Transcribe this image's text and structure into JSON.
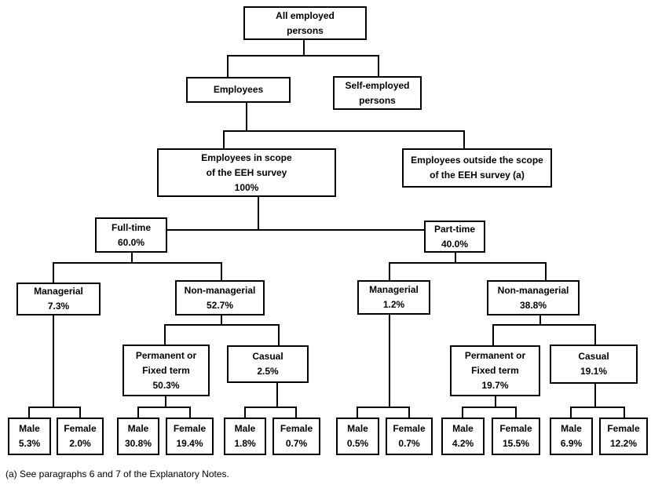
{
  "diagram": {
    "description": "Employment structure tree for the EEH survey scope",
    "footnote": "(a) See paragraphs 6 and 7 of the Explanatory Notes.",
    "colors": {
      "line": "#000000",
      "box_border": "#000000",
      "background": "#ffffff",
      "text": "#000000"
    },
    "nodes": {
      "all_employed": {
        "lines": [
          "All employed",
          "persons"
        ]
      },
      "employees": {
        "lines": [
          "Employees"
        ]
      },
      "self_employed": {
        "lines": [
          "Self-employed",
          "persons"
        ]
      },
      "in_scope": {
        "lines": [
          "Employees in scope",
          "of the EEH survey",
          "100%"
        ]
      },
      "out_scope": {
        "lines": [
          "Employees outside the scope",
          "of the EEH survey (a)"
        ]
      },
      "full_time": {
        "lines": [
          "Full-time",
          "60.0%"
        ]
      },
      "part_time": {
        "lines": [
          "Part-time",
          "40.0%"
        ]
      },
      "ft_managerial": {
        "lines": [
          "Managerial",
          "7.3%"
        ]
      },
      "ft_non_managerial": {
        "lines": [
          "Non-managerial",
          "52.7%"
        ]
      },
      "ft_permanent": {
        "lines": [
          "Permanent or",
          "Fixed term",
          "50.3%"
        ]
      },
      "ft_casual": {
        "lines": [
          "Casual",
          "2.5%"
        ]
      },
      "pt_managerial": {
        "lines": [
          "Managerial",
          "1.2%"
        ]
      },
      "pt_non_managerial": {
        "lines": [
          "Non-managerial",
          "38.8%"
        ]
      },
      "pt_permanent": {
        "lines": [
          "Permanent or",
          "Fixed term",
          "19.7%"
        ]
      },
      "pt_casual": {
        "lines": [
          "Casual",
          "19.1%"
        ]
      },
      "ft_mgr_male": {
        "lines": [
          "Male",
          "5.3%"
        ]
      },
      "ft_mgr_female": {
        "lines": [
          "Female",
          "2.0%"
        ]
      },
      "ft_perm_male": {
        "lines": [
          "Male",
          "30.8%"
        ]
      },
      "ft_perm_female": {
        "lines": [
          "Female",
          "19.4%"
        ]
      },
      "ft_cas_male": {
        "lines": [
          "Male",
          "1.8%"
        ]
      },
      "ft_cas_female": {
        "lines": [
          "Female",
          "0.7%"
        ]
      },
      "pt_mgr_male": {
        "lines": [
          "Male",
          "0.5%"
        ]
      },
      "pt_mgr_female": {
        "lines": [
          "Female",
          "0.7%"
        ]
      },
      "pt_perm_male": {
        "lines": [
          "Male",
          "4.2%"
        ]
      },
      "pt_perm_female": {
        "lines": [
          "Female",
          "15.5%"
        ]
      },
      "pt_cas_male": {
        "lines": [
          "Male",
          "6.9%"
        ]
      },
      "pt_cas_female": {
        "lines": [
          "Female",
          "12.2%"
        ]
      }
    }
  }
}
